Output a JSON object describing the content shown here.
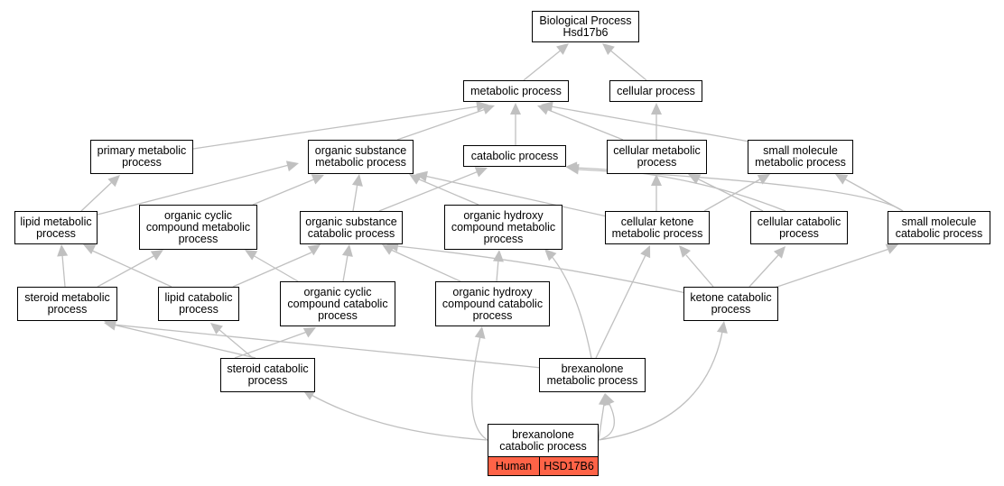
{
  "diagram": {
    "edge_color": "#c0c0c0",
    "highlight_color": "#ff6347",
    "nodes": {
      "bp": "Biological Process\nHsd17b6",
      "metabolic": "metabolic process",
      "cellular": "cellular process",
      "primary": "primary metabolic\nprocess",
      "orgsub": "organic substance\nmetabolic process",
      "catabolic": "catabolic process",
      "cellmet": "cellular metabolic\nprocess",
      "smallmol": "small molecule\nmetabolic process",
      "lipid": "lipid metabolic\nprocess",
      "orgcyc": "organic cyclic\ncompound metabolic\nprocess",
      "orgsubcat": "organic substance\ncatabolic process",
      "orghyd": "organic hydroxy\ncompound metabolic\nprocess",
      "cellket": "cellular ketone\nmetabolic process",
      "cellcat": "cellular catabolic\nprocess",
      "smallcat": "small molecule\ncatabolic process",
      "steroidmet": "steroid metabolic\nprocess",
      "lipidcat": "lipid catabolic\nprocess",
      "orgcyccat": "organic cyclic\ncompound catabolic\nprocess",
      "orghydcat": "organic hydroxy\ncompound catabolic\nprocess",
      "ketcat": "ketone catabolic\nprocess",
      "steroidcat": "steroid catabolic\nprocess",
      "brexmet": "brexanolone\nmetabolic process",
      "brexcat": "brexanolone\ncatabolic process"
    },
    "annotation": {
      "species": "Human",
      "gene": "HSD17B6"
    }
  }
}
